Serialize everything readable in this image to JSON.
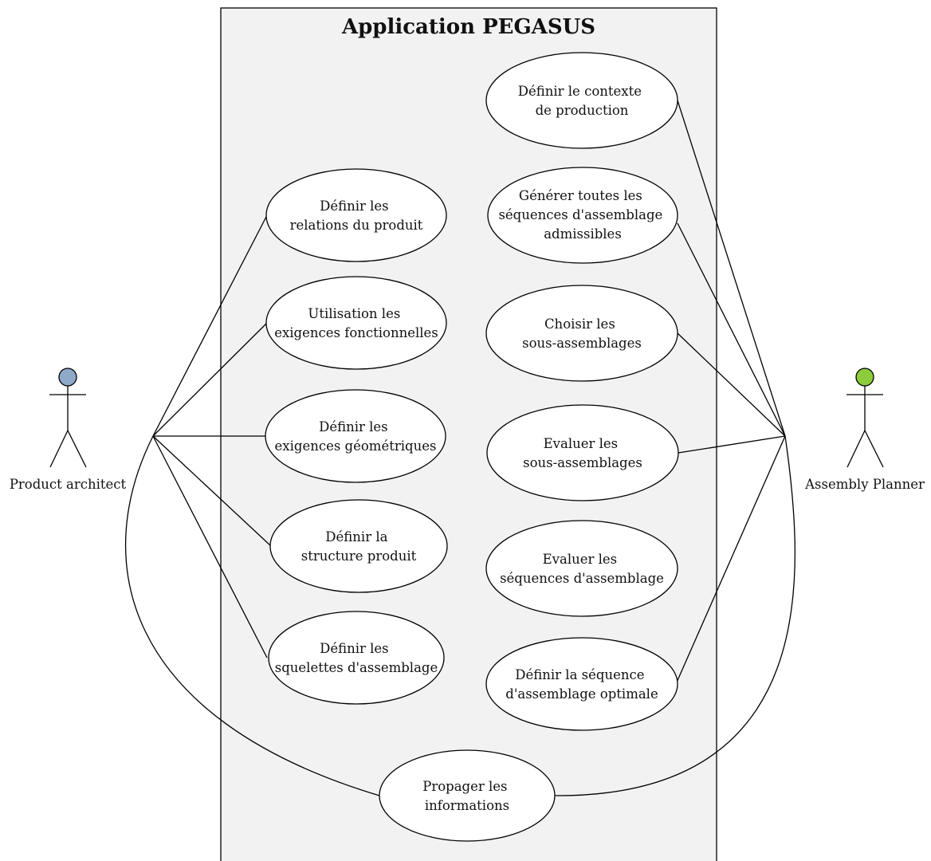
{
  "system": {
    "title": "Application PEGASUS",
    "fill_color": "#f2f2f2"
  },
  "actors": {
    "product_architect": {
      "label": "Product architect",
      "head_color": "#8fa9c9"
    },
    "assembly_planner": {
      "label": "Assembly Planner",
      "head_color": "#8ccc3c"
    }
  },
  "use_cases": {
    "relations_produit": [
      "Définir les",
      "relations du produit"
    ],
    "exigences_fonctionnelles": [
      "Utilisation les",
      "exigences fonctionnelles"
    ],
    "exigences_geometriques": [
      "Définir les",
      "exigences géométriques"
    ],
    "structure_produit": [
      "Définir la",
      "structure produit"
    ],
    "squelettes_assemblage": [
      "Définir les",
      "squelettes d'assemblage"
    ],
    "contexte_production": [
      "Définir le contexte",
      "de production"
    ],
    "generer_sequences": [
      "Générer toutes les",
      "séquences d'assemblage",
      "admissibles"
    ],
    "choisir_sous_assemblages": [
      "Choisir les",
      "sous-assemblages"
    ],
    "evaluer_sous_assemblages": [
      "Evaluer les",
      "sous-assemblages"
    ],
    "evaluer_sequences": [
      "Evaluer les",
      "séquences d'assemblage"
    ],
    "sequence_optimale": [
      "Définir la séquence",
      "d'assemblage optimale"
    ],
    "propager_informations": [
      "Propager les",
      "informations"
    ]
  }
}
